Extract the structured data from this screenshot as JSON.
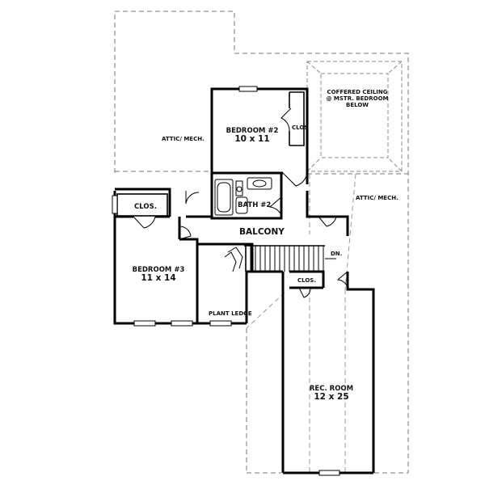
{
  "rooms": {
    "bedroom2": {
      "name": "BEDROOM #2",
      "size": "10 x 11"
    },
    "bedroom3": {
      "name": "BEDROOM #3",
      "size": "11  x 14"
    },
    "rec_room": {
      "name": "REC. ROOM",
      "size": "12 x 25"
    },
    "bath2": {
      "name": "BATH #2"
    },
    "balcony": {
      "name": "BALCONY"
    },
    "closet_b2": {
      "name": "CLOS"
    },
    "closet_b3": {
      "name": "CLOS."
    },
    "closet_rec": {
      "name": "CLOS."
    },
    "plant_ledge": {
      "name": "PLANT LEDGE"
    }
  },
  "attic_left": "ATTIC/ MECH.",
  "attic_right": "ATTIC/ MECH.",
  "coffered": {
    "line1": "COFFERED CEILING",
    "line2": "@ MSTR. BEDROOM",
    "line3": "BELOW"
  },
  "stairs_label": "DN."
}
